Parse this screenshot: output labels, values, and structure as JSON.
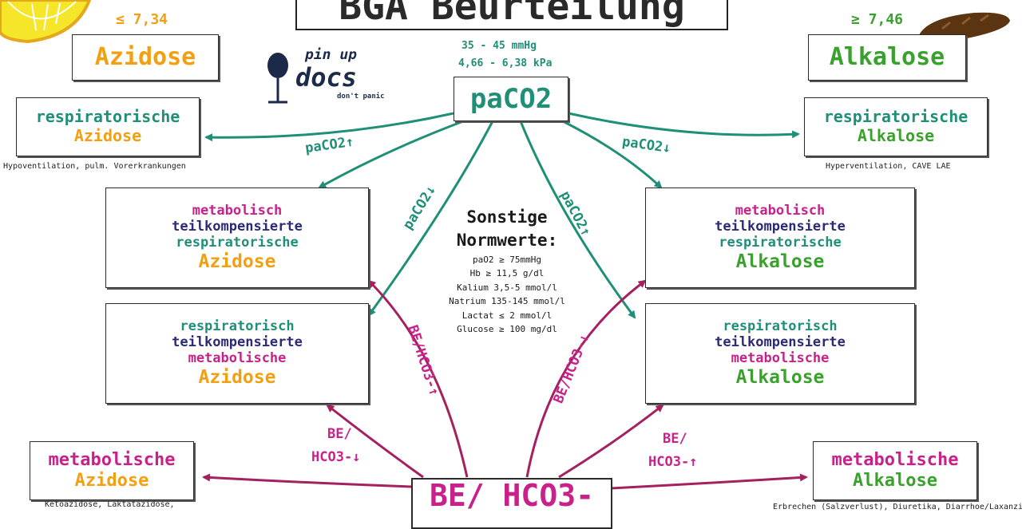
{
  "title": "BGA Beurteilung",
  "colors": {
    "teal": "#1f8f78",
    "orange": "#f2a012",
    "green": "#3aa22c",
    "magenta": "#c8228a",
    "navy": "#2d2a78"
  },
  "logo": {
    "line1": "pin up",
    "line2": "docs",
    "line3": "don't panic"
  },
  "acidosis": {
    "ph": "≤ 7,34",
    "label": "Azidose"
  },
  "alkalosis": {
    "ph": "≥ 7,46",
    "label": "Alkalose"
  },
  "paco2": {
    "norm1": "35 - 45 mmHg",
    "norm2": "4,66 - 6,38 kPa",
    "label": "paCO2"
  },
  "resp_azidose": {
    "line1": "respiratorische",
    "line2": "Azidose",
    "note": "Hypoventilation, pulm. Vorerkrankungen"
  },
  "resp_alkalose": {
    "line1": "respiratorische",
    "line2": "Alkalose",
    "note": "Hyperventilation, CAVE LAE"
  },
  "mtr_azidose": {
    "line1": "metabolisch",
    "line2": "teilkompensierte",
    "line3": "respiratorische",
    "line4": "Azidose"
  },
  "mtr_alkalose": {
    "line1": "metabolisch",
    "line2": "teilkompensierte",
    "line3": "respiratorische",
    "line4": "Alkalose"
  },
  "rtm_azidose": {
    "line1": "respiratorisch",
    "line2": "teilkompensierte",
    "line3": "metabolische",
    "line4": "Azidose"
  },
  "rtm_alkalose": {
    "line1": "respiratorisch",
    "line2": "teilkompensierte",
    "line3": "metabolische",
    "line4": "Alkalose"
  },
  "met_azidose": {
    "line1": "metabolische",
    "line2": "Azidose",
    "note": "Ketoazidose, Laktatazidose,"
  },
  "met_alkalose": {
    "line1": "metabolische",
    "line2": "Alkalose",
    "note": "Erbrechen (Salzverlust), Diuretika, Diarrhoe/Laxanzien"
  },
  "be": {
    "label": "BE/ HCO3-"
  },
  "arrows": {
    "paco2_up": "paCO2↑",
    "paco2_down": "paCO2↓",
    "paco2_down_diag": "paCO2↓",
    "paco2_up_diag": "paCO2↑",
    "be_up_diag": "BE/HCO3-↑",
    "be_down_diag": "BE/HCO3-↓",
    "be_down_l1": "BE/",
    "be_down_l2": "HCO3-↓",
    "be_up_l1": "BE/",
    "be_up_l2": "HCO3-↑"
  },
  "sonstige": {
    "title1": "Sonstige",
    "title2": "Normwerte:",
    "values": [
      "paO2 ≥ 75mmHg",
      "Hb ≥ 11,5 g/dl",
      "Kalium 3,5-5 mmol/l",
      "Natrium 135-145 mmol/l",
      "Lactat ≤ 2 mmol/l",
      "Glucose ≥ 100 mg/dl"
    ]
  }
}
